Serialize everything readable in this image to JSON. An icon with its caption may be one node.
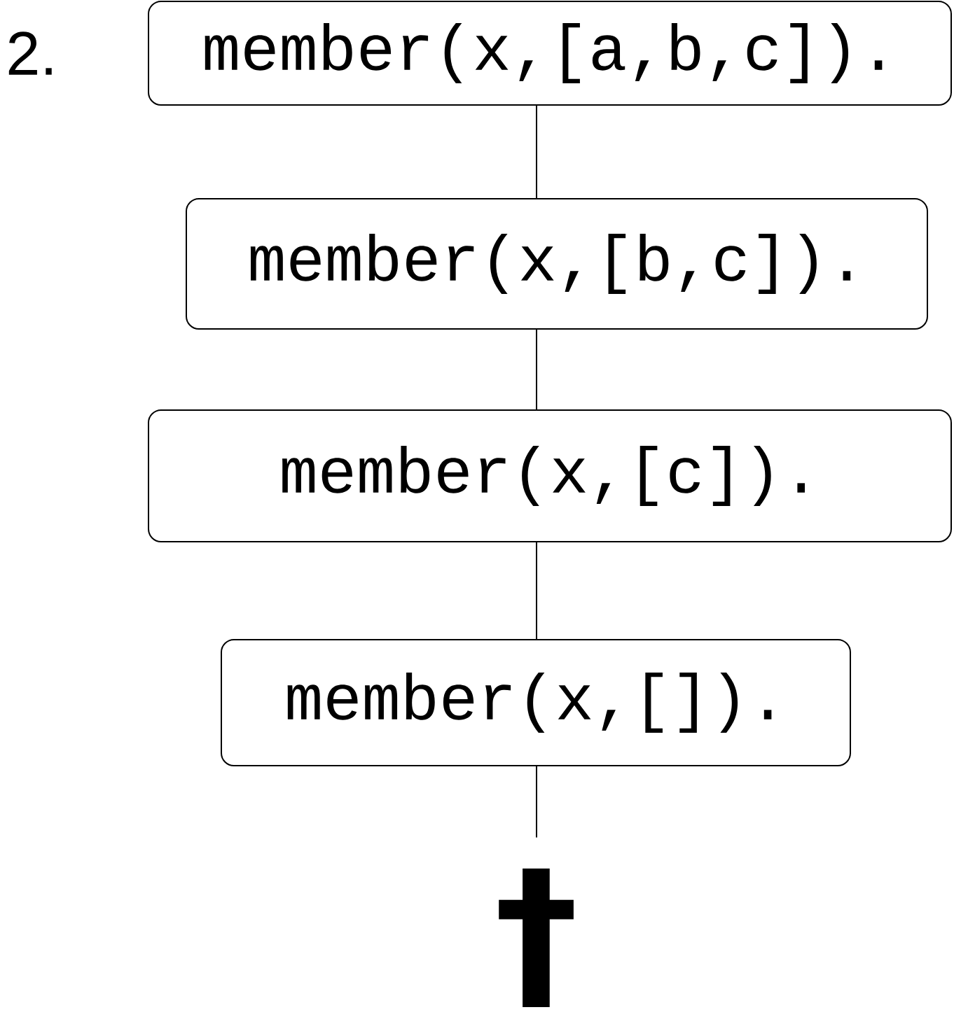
{
  "diagram": {
    "nodes": [
      {
        "text": [
          "member(x,[a,b,c])."
        ]
      },
      {
        "text": [
          "member(x,[b,c])."
        ]
      },
      {
        "text": [
          "member(x,[c])."
        ]
      },
      {
        "text": [
          "member(x,[])."
        ]
      },
      {
        "text": [
          "†"
        ]
      }
    ],
    "edges": [
      {
        "from": 0,
        "to": 1,
        "arrow": "none"
      },
      {
        "from": 1,
        "to": 2,
        "arrow": "none"
      },
      {
        "from": 2,
        "to": 3,
        "arrow": "none"
      },
      {
        "from": 3,
        "to": 4,
        "arrow": "none"
      }
    ],
    "labels": [
      "2."
    ]
  }
}
